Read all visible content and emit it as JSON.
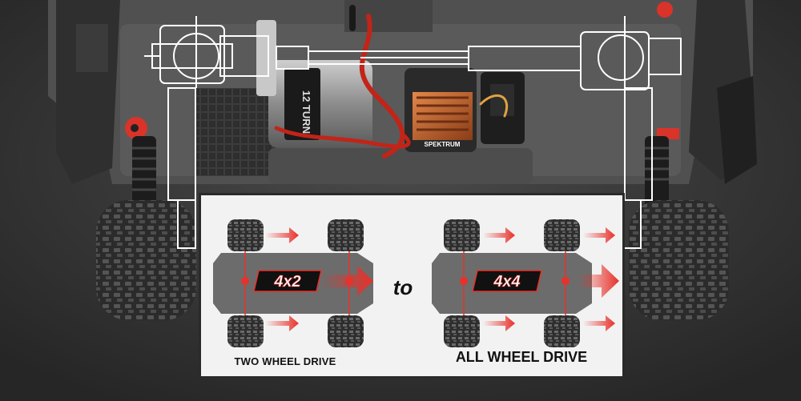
{
  "scene": {
    "description_items": [
      "chassis",
      "motor",
      "esc",
      "servo",
      "wheels"
    ],
    "colors": {
      "background": "#3a3a3a",
      "accent_red": "#e8312a",
      "wire_red": "#c22418",
      "panel": "#f2f2f2"
    }
  },
  "motor": {
    "label": "12 TURN"
  },
  "esc": {
    "label": "SPEKTRUM"
  },
  "comparison": {
    "left_badge": "4x2",
    "right_badge": "4x4",
    "connector": "to",
    "left_caption": "TWO WHEEL DRIVE",
    "right_caption": "ALL WHEEL DRIVE"
  }
}
